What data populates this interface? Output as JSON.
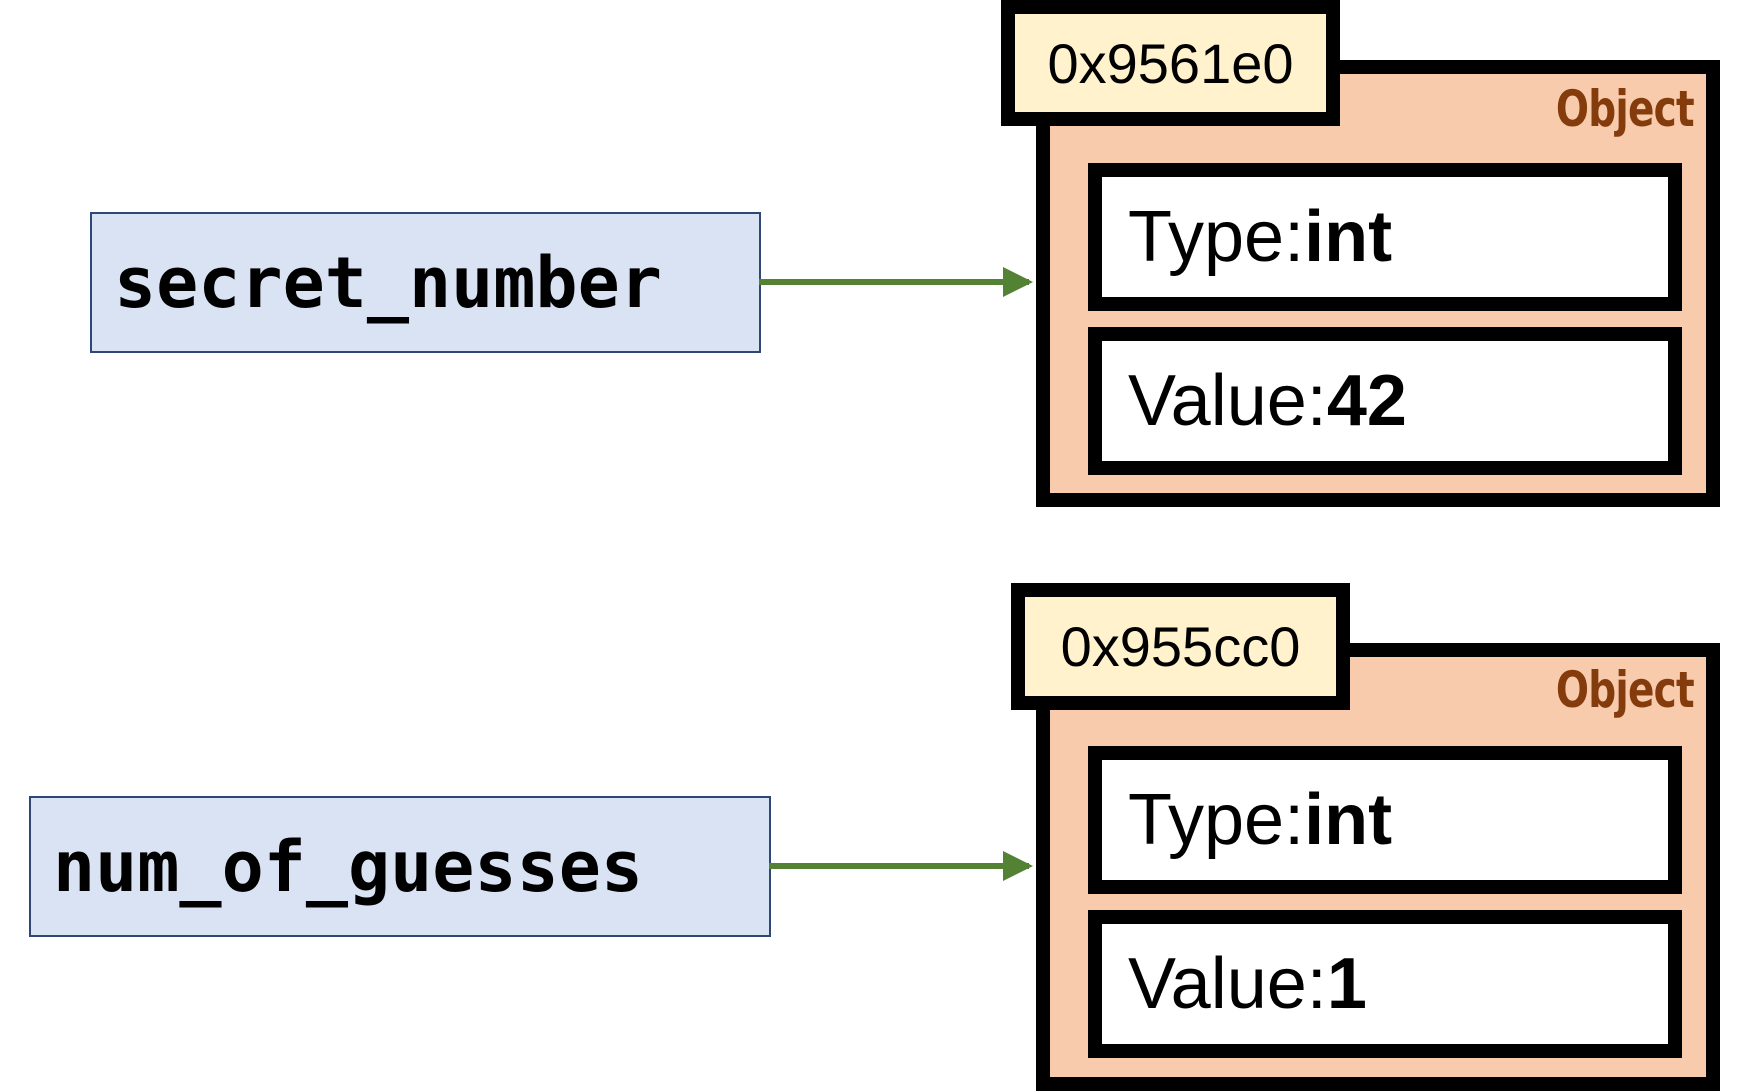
{
  "variables": [
    {
      "name": "secret_number"
    },
    {
      "name": "num_of_guesses"
    }
  ],
  "objects": [
    {
      "address": "0x9561e0",
      "label": "Object",
      "type_label": "Type: ",
      "type_value": "int",
      "value_label": "Value: ",
      "value_value": "42"
    },
    {
      "address": "0x955cc0",
      "label": "Object",
      "type_label": "Type: ",
      "type_value": "int",
      "value_label": "Value: ",
      "value_value": "1"
    }
  ],
  "colors": {
    "variable_fill": "#dae3f3",
    "variable_border": "#2f4775",
    "arrow": "#548235",
    "object_fill": "#f8cbad",
    "address_fill": "#fff2cc",
    "object_label": "#843c0c"
  }
}
